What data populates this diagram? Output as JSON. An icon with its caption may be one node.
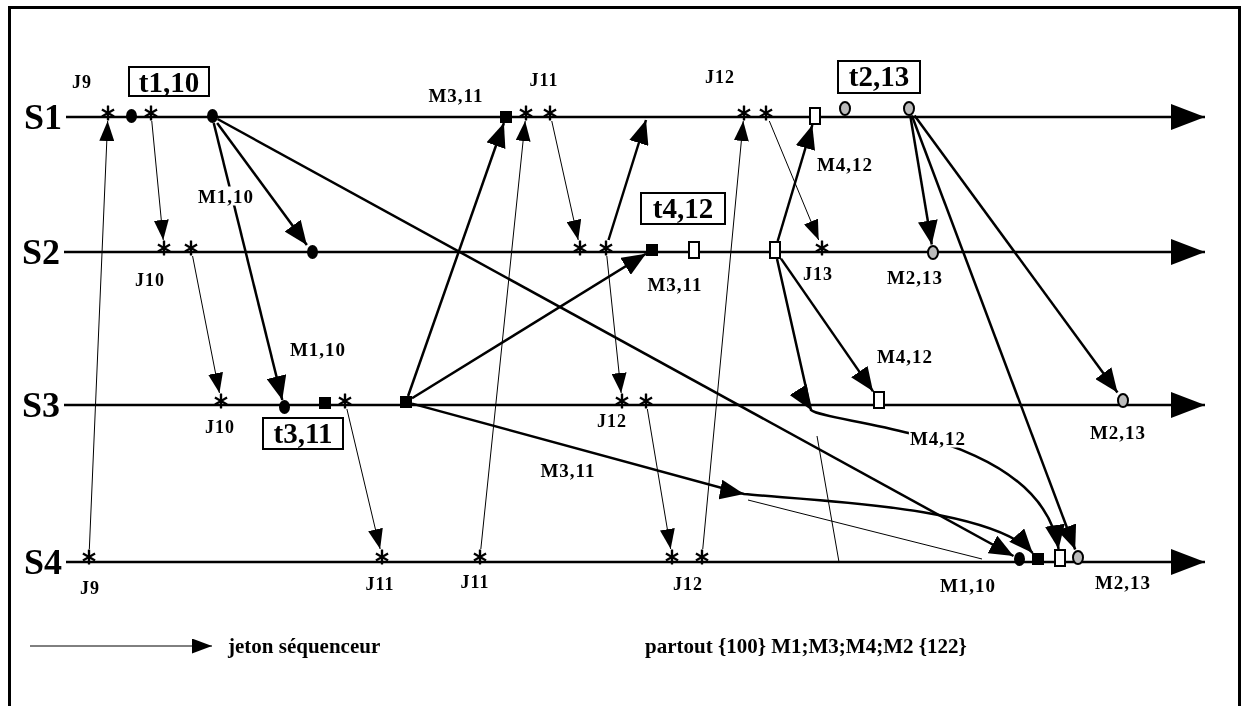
{
  "diagram": {
    "nodes": [
      {
        "text": [
          "S1"
        ]
      },
      {
        "text": [
          "S2"
        ]
      },
      {
        "text": [
          "S3"
        ]
      },
      {
        "text": [
          "S4"
        ]
      },
      {
        "text": [
          "t1,10"
        ]
      },
      {
        "text": [
          "t2,13"
        ]
      },
      {
        "text": [
          "t4,12"
        ]
      },
      {
        "text": [
          "t3,11"
        ]
      },
      {
        "text": [],
        "shape": "star",
        "beside": [
          "J9"
        ]
      },
      {
        "text": [],
        "shape": "dot"
      },
      {
        "text": [],
        "shape": "star"
      },
      {
        "text": [],
        "shape": "dot"
      },
      {
        "text": [],
        "shape": "square",
        "beside": [
          "M3,11"
        ]
      },
      {
        "text": [],
        "shape": "star",
        "beside": [
          "J11"
        ]
      },
      {
        "text": [],
        "shape": "star"
      },
      {
        "text": [],
        "shape": "star",
        "beside": [
          "J12"
        ]
      },
      {
        "text": [],
        "shape": "star"
      },
      {
        "text": [],
        "shape": "box",
        "beside": [
          "M4,12"
        ]
      },
      {
        "text": [],
        "shape": "circle"
      },
      {
        "text": [],
        "shape": "circle"
      },
      {
        "text": [],
        "shape": "star",
        "beside": [
          "J10"
        ]
      },
      {
        "text": [],
        "shape": "star"
      },
      {
        "text": [],
        "shape": "dot"
      },
      {
        "text": [],
        "shape": "star"
      },
      {
        "text": [],
        "shape": "star"
      },
      {
        "text": [],
        "shape": "square",
        "beside": [
          "M3,11"
        ]
      },
      {
        "text": [],
        "shape": "box"
      },
      {
        "text": [],
        "shape": "box"
      },
      {
        "text": [],
        "shape": "star",
        "beside": [
          "J13"
        ]
      },
      {
        "text": [],
        "shape": "circle",
        "beside": [
          "M2,13"
        ]
      },
      {
        "text": [],
        "shape": "star",
        "beside": [
          "J10"
        ]
      },
      {
        "text": [],
        "shape": "dot"
      },
      {
        "text": [],
        "shape": "square"
      },
      {
        "text": [],
        "shape": "star"
      },
      {
        "text": [],
        "shape": "square"
      },
      {
        "text": [],
        "shape": "star",
        "beside": [
          "J12"
        ]
      },
      {
        "text": [],
        "shape": "star"
      },
      {
        "text": [],
        "shape": "box",
        "beside": [
          "M4,12"
        ]
      },
      {
        "text": [],
        "shape": "circle",
        "beside": [
          "M2,13"
        ]
      },
      {
        "text": [],
        "shape": "star",
        "beside": [
          "J9"
        ]
      },
      {
        "text": [],
        "shape": "star",
        "beside": [
          "J11"
        ]
      },
      {
        "text": [],
        "shape": "star",
        "beside": [
          "J11"
        ]
      },
      {
        "text": [],
        "shape": "star",
        "beside": [
          "J12"
        ]
      },
      {
        "text": [],
        "shape": "star"
      },
      {
        "text": [],
        "shape": "dot",
        "beside": [
          "M1,10"
        ]
      },
      {
        "text": [],
        "shape": "square"
      },
      {
        "text": [],
        "shape": "box"
      },
      {
        "text": [],
        "shape": "circle",
        "beside": [
          "M2,13"
        ]
      }
    ],
    "edges": [
      {
        "from": 0,
        "to": null,
        "arrow": "to"
      },
      {
        "from": 1,
        "to": null,
        "arrow": "to"
      },
      {
        "from": 2,
        "to": null,
        "arrow": "to"
      },
      {
        "from": 3,
        "to": null,
        "arrow": "to"
      },
      {
        "from": 39,
        "to": 8,
        "arrow": "to"
      },
      {
        "from": 10,
        "to": 20,
        "arrow": "to"
      },
      {
        "from": 21,
        "to": 30,
        "arrow": "to"
      },
      {
        "from": 33,
        "to": 40,
        "arrow": "to"
      },
      {
        "from": 41,
        "to": 13,
        "arrow": "to"
      },
      {
        "from": 14,
        "to": 23,
        "arrow": "to"
      },
      {
        "from": 24,
        "to": 35,
        "arrow": "to"
      },
      {
        "from": 36,
        "to": 42,
        "arrow": "to"
      },
      {
        "from": 43,
        "to": 15,
        "arrow": "to"
      },
      {
        "from": 16,
        "to": 28,
        "arrow": "to"
      },
      {
        "from": 11,
        "to": 22,
        "arrow": "to",
        "label": "M1,10"
      },
      {
        "from": 11,
        "to": 31,
        "arrow": "to",
        "label": "M1,10"
      },
      {
        "from": 11,
        "to": 44,
        "arrow": "to"
      },
      {
        "from": 34,
        "to": 12,
        "arrow": "to"
      },
      {
        "from": 34,
        "to": 25,
        "arrow": "to"
      },
      {
        "from": 34,
        "to": 45,
        "arrow": "to",
        "label": "M3,11"
      },
      {
        "from": 24,
        "to": null,
        "arrow": "to"
      },
      {
        "from": 27,
        "to": 17,
        "arrow": "to"
      },
      {
        "from": 27,
        "to": 37,
        "arrow": "to"
      },
      {
        "from": 27,
        "to": 46,
        "arrow": "to",
        "label": "M4,12"
      },
      {
        "from": 19,
        "to": 29,
        "arrow": "to"
      },
      {
        "from": 19,
        "to": 38,
        "arrow": "to"
      },
      {
        "from": 19,
        "to": 47,
        "arrow": "to"
      }
    ],
    "labels": [
      "partout {100} M1;M3;M4;M2 {122}"
    ],
    "legend": [
      {
        "text": "jeton séquenceur"
      }
    ]
  }
}
